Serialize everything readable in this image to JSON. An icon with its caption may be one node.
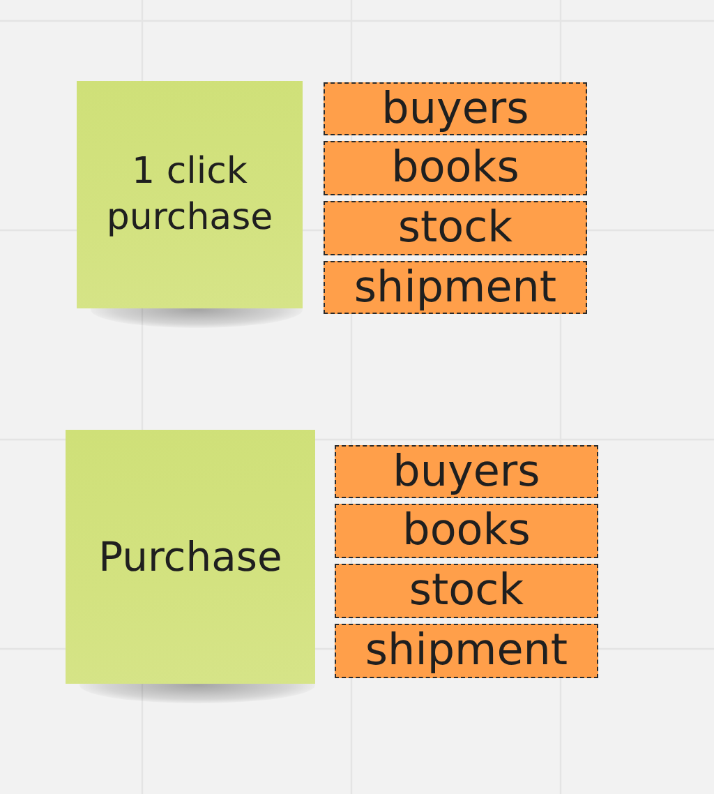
{
  "diagram": {
    "nodes": [
      {
        "text": [
          "1 click purchase"
        ]
      },
      {
        "text": [
          "buyers"
        ]
      },
      {
        "text": [
          "books"
        ]
      },
      {
        "text": [
          "stock"
        ]
      },
      {
        "text": [
          "shipment"
        ]
      },
      {
        "text": [
          "Purchase"
        ]
      },
      {
        "text": [
          "buyers"
        ]
      },
      {
        "text": [
          "books"
        ]
      },
      {
        "text": [
          "stock"
        ]
      },
      {
        "text": [
          "shipment"
        ]
      }
    ]
  }
}
